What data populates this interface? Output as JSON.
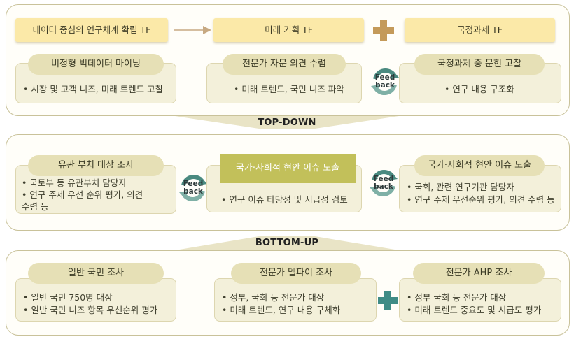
{
  "top": {
    "bar1": "데이터 중심의 연구체계 확립 TF",
    "bar2": "미래 기획 TF",
    "bar3": "국정과제 TF",
    "col1": {
      "title": "비정형 빅데이터 마이닝",
      "lines": [
        "• 시장 및 고객 니즈, 미래 트렌드 고찰"
      ]
    },
    "col2": {
      "title": "전문가 자문 의견 수렴",
      "lines": [
        "• 미래 트렌드, 국민 니즈 파악"
      ]
    },
    "col3": {
      "title": "국정과제 중 문헌 고찰",
      "lines": [
        "• 연구 내용 구조화"
      ]
    },
    "feedback": [
      "Feed",
      "back"
    ]
  },
  "topdown_label": "TOP-DOWN",
  "middle": {
    "col1": {
      "title": "유관 부처 대상 조사",
      "lines": [
        "• 국토부 등 유관부처 담당자",
        "• 연구 주제 우선 순위 평가, 의견",
        "수렴 등"
      ]
    },
    "col2": {
      "title": "국가·사회적 현안 이슈 도출",
      "lines": [
        "• 연구 이슈 타당성 및 시급성 검토"
      ]
    },
    "col3": {
      "title": "국가·사회적 현안 이슈 도출",
      "lines": [
        "• 국회, 관련 연구기관 담당자",
        "• 연구 주제 우선순위 평가, 의견 수렴 등"
      ]
    },
    "feedback": [
      "Feed",
      "back"
    ]
  },
  "bottomup_label": "BOTTOM-UP",
  "bottom": {
    "col1": {
      "title": "일반 국민 조사",
      "lines": [
        "• 일반 국민 750명 대상",
        "• 일반 국민 니즈 항목 우선순위 평가"
      ]
    },
    "col2": {
      "title": "전문가 델파이 조사",
      "lines": [
        "• 정부, 국회 등 전문가 대상",
        "• 미래 트렌드, 연구 내용 구체화"
      ]
    },
    "col3": {
      "title": "전문가 AHP 조사",
      "lines": [
        "• 정부 국회 등 전문가 대상",
        "• 미래 트렌드 중요도 및 시급도 평가"
      ]
    }
  },
  "colors": {
    "plus_top": "#c49a5a",
    "plus_bottom": "#3f8c86",
    "feedback_ring": "#4a8a80"
  }
}
